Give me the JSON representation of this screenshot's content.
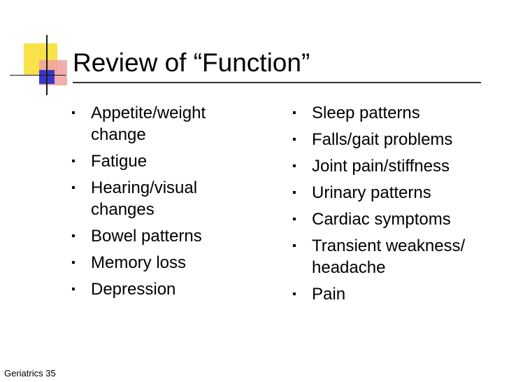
{
  "title": "Review of “Function”",
  "left_items": [
    "Appetite/weight change",
    "Fatigue",
    "Hearing/visual changes",
    "Bowel patterns",
    "Memory loss",
    "Depression"
  ],
  "right_items": [
    "Sleep patterns",
    "Falls/gait problems",
    "Joint pain/stiffness",
    "Urinary patterns",
    "Cardiac symptoms",
    "Transient weakness/ headache",
    "Pain"
  ],
  "bullet_glyph": "▪",
  "footer": "Geriatrics 35",
  "colors": {
    "yellow": "#f7e24a",
    "red": "#f0a0a0",
    "blue": "#3737c8"
  }
}
